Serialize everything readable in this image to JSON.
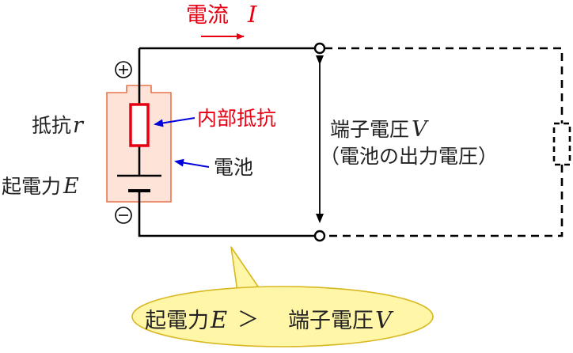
{
  "labels": {
    "current": "電流",
    "current_symbol": "I",
    "resistance": "抵抗",
    "resistance_symbol": "r",
    "emf": "起電力",
    "emf_symbol": "E",
    "internal_resistance": "内部抵抗",
    "battery": "電池",
    "terminal_voltage": "端子電圧",
    "terminal_voltage_symbol": "V",
    "output_voltage_note": "（電池の出力電圧）",
    "comparison_prefix": "起電力",
    "comparison_e": "E",
    "comparison_op": "＞",
    "comparison_mid": "端子電圧",
    "comparison_v": "V"
  },
  "symbols": {
    "positive": "plus-circle-icon",
    "negative": "minus-circle-icon"
  },
  "colors": {
    "wire": "#000000",
    "current_red": "#e60012",
    "pointer_blue": "#0000dd",
    "battery_fill": "#fde3d8",
    "battery_stroke": "#e8744c",
    "bubble_fill": "#fff6a8",
    "bubble_stroke": "#d8b820",
    "text": "#222222"
  }
}
